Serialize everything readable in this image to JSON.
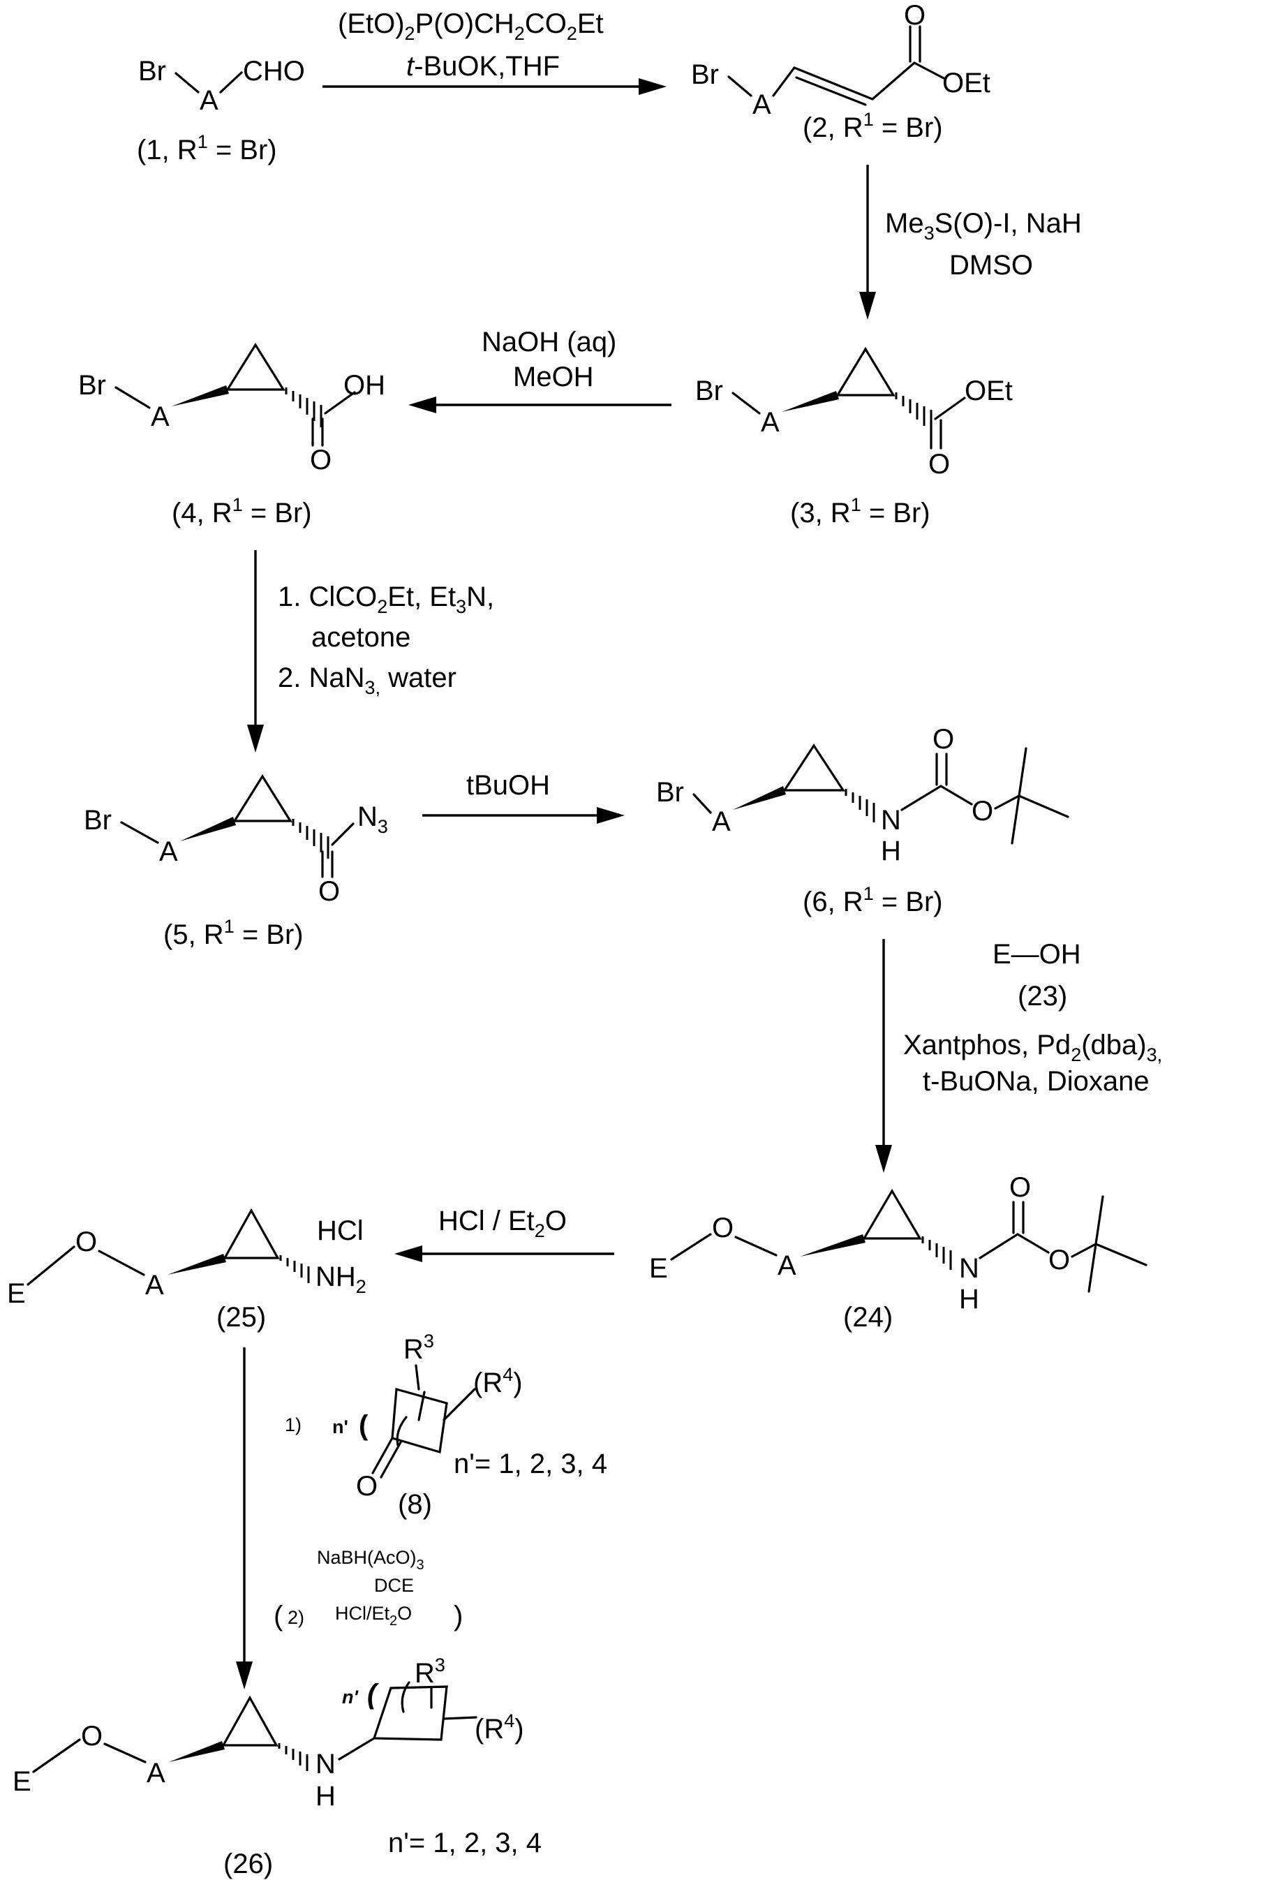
{
  "compounds": {
    "c1": {
      "label": "(1, R<sup>1</sup> = Br)",
      "parts": [
        "(1, R",
        "1",
        " = Br)"
      ]
    },
    "c2": {
      "parts": [
        "(2, R",
        "1",
        " = Br)"
      ]
    },
    "c3": {
      "parts": [
        "(3, R",
        "1",
        " = Br)"
      ]
    },
    "c4": {
      "parts": [
        "(4, R",
        "1",
        " = Br)"
      ]
    },
    "c5": {
      "parts": [
        "(5, R",
        "1",
        " = Br)"
      ]
    },
    "c6": {
      "parts": [
        "(6, R",
        "1",
        " = Br)"
      ]
    },
    "c23": "(23)",
    "c24": "(24)",
    "c25": "(25)",
    "c26": "(26)",
    "c8": "(8)"
  },
  "atoms": {
    "br": "Br",
    "a": "A",
    "cho": "CHO",
    "oet": "OEt",
    "oh": "OH",
    "o": "O",
    "n": "N",
    "h": "H",
    "e": "E",
    "hcl": "HCl",
    "nh": "NH",
    "sub2": "2",
    "n3": "N",
    "sub3": "3",
    "r": "R",
    "sup3": "3",
    "r4_open": "(R",
    "sup4": "4",
    "r4_close": ")",
    "nprime": "n'",
    "paren": "("
  },
  "reagents": {
    "step1_line1": [
      "(EtO)",
      "2",
      "P(O)CH",
      "2",
      "CO",
      "2",
      "Et"
    ],
    "step1_line2_italic": "t",
    "step1_line2_rest": "-BuOK,THF",
    "step2_line1": [
      "Me",
      "3",
      "S(O)-I, NaH"
    ],
    "step2_line2": "DMSO",
    "step3_line1": "NaOH (aq)",
    "step3_line2": "MeOH",
    "step4_line1": [
      "1.  ClCO",
      "2",
      "Et, Et",
      "3",
      "N,"
    ],
    "step4_line2": "acetone",
    "step4_line3": [
      "2.  NaN",
      "3,",
      " water"
    ],
    "step5": "tBuOH",
    "step6_reagent": "E—OH",
    "step6_line1": [
      "Xantphos, Pd",
      "2",
      "(dba)",
      "3,"
    ],
    "step6_line2": "t-BuONa, Dioxane",
    "step7": [
      "HCl / Et",
      "2",
      "O"
    ],
    "step8_1": "1)",
    "step8_n_values": "n'= 1, 2, 3, 4",
    "step8_line1": [
      "NaBH(AcO)",
      "3"
    ],
    "step8_line2": "DCE",
    "step8_open": "(",
    "step8_2": "2)",
    "step8_line3": [
      "HCl/Et",
      "2",
      "O"
    ],
    "step8_close": ")",
    "final_n_values": "n'= 1, 2, 3, 4"
  }
}
